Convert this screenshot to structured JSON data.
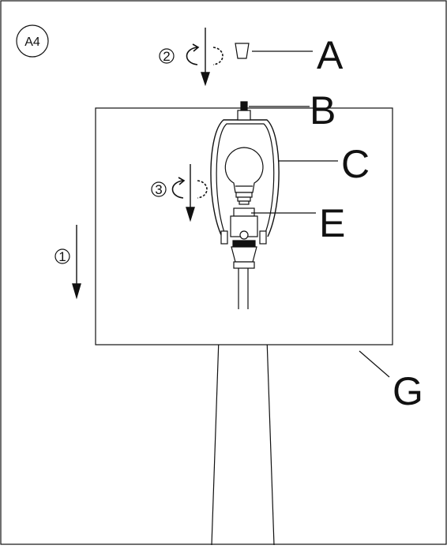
{
  "step_badge": "A4",
  "steps": {
    "one": "1",
    "two": "2",
    "three": "3"
  },
  "labels": {
    "a": "A",
    "b": "B",
    "c": "C",
    "e": "E",
    "g": "G"
  },
  "icons": [
    "rotate-arrow-icon",
    "down-arrow-icon",
    "light-bulb-icon",
    "finial-icon"
  ]
}
